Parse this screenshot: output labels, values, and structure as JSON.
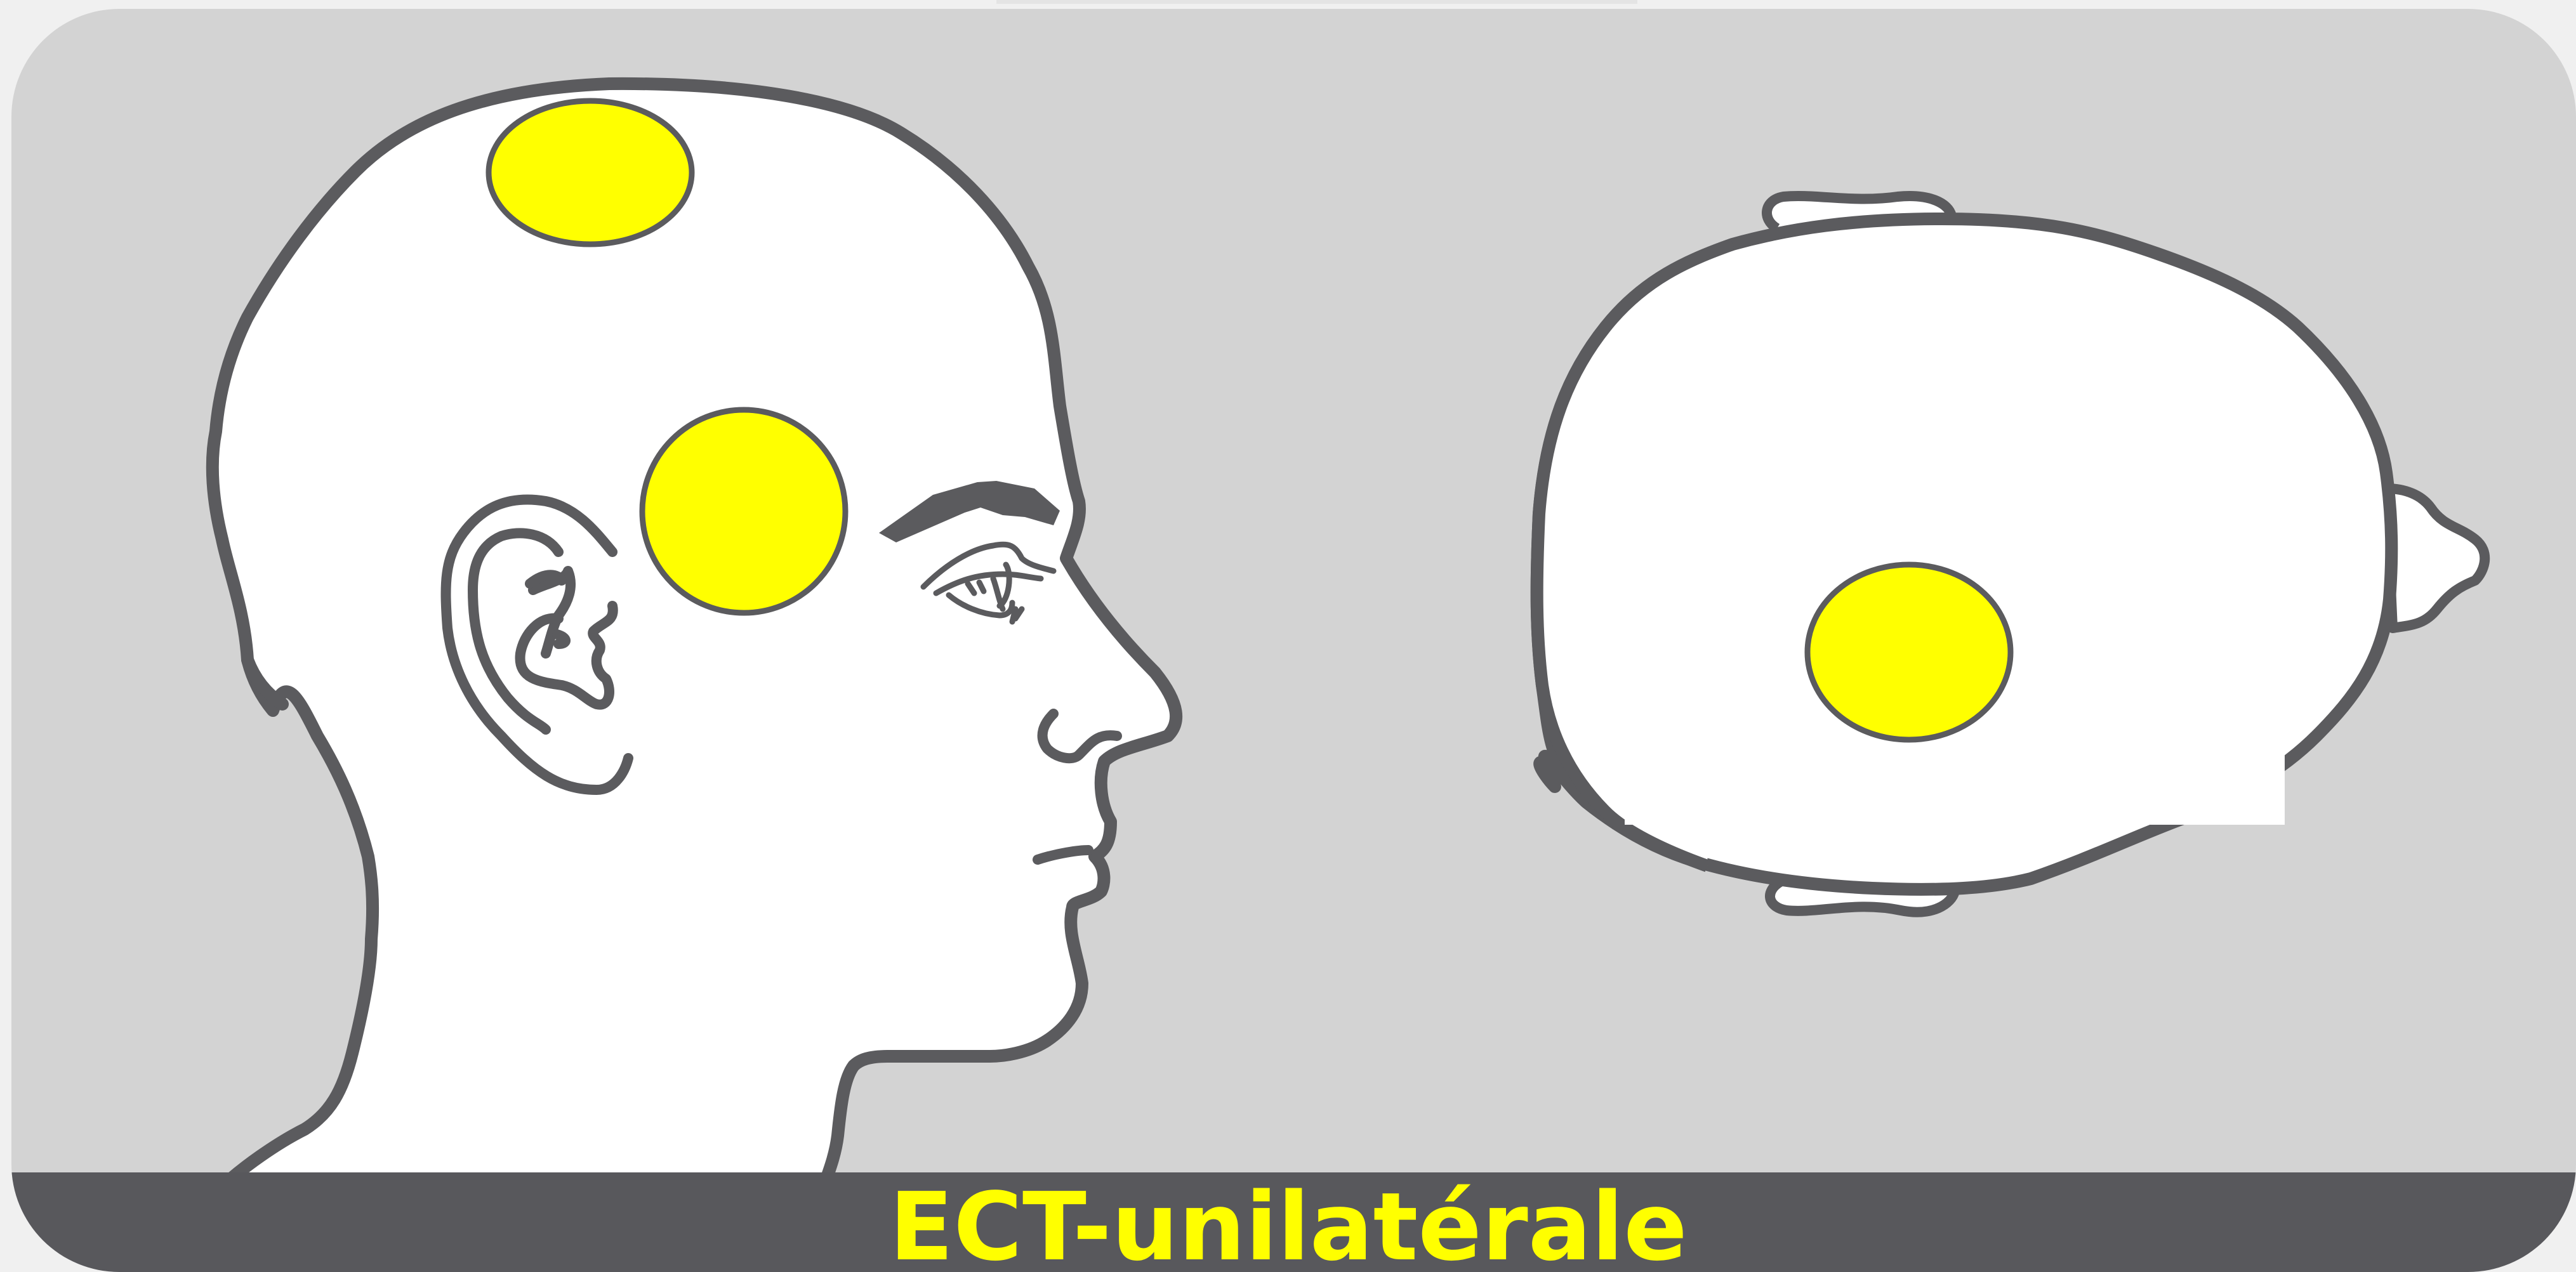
{
  "caption": {
    "text": "ECT-unilatérale"
  },
  "colors": {
    "background_panel": "#d3d3d3",
    "page_background": "#f0f0f0",
    "outline": "#5b5b5e",
    "skin_fill": "#ffffff",
    "electrode_fill": "#ffff00",
    "footer_bar": "#58585c",
    "caption_color": "#ffff00"
  },
  "figures": {
    "side_view": {
      "electrodes": [
        "electrode-vertex",
        "electrode-temporal"
      ]
    },
    "top_view": {
      "electrodes": [
        "electrode-top-right-hemisphere"
      ]
    }
  }
}
